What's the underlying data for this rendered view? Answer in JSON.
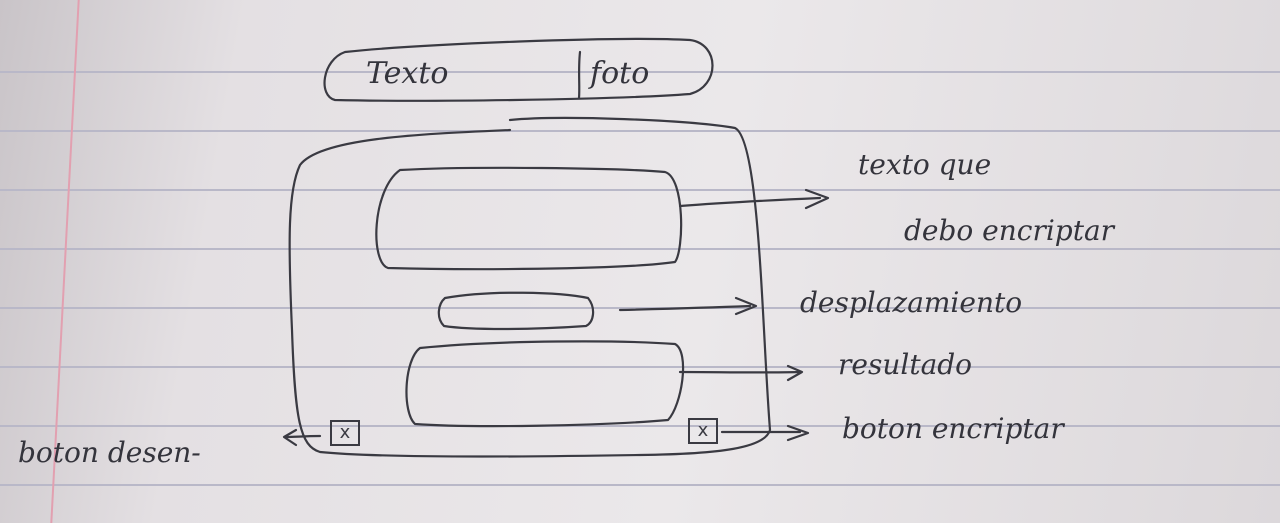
{
  "tabs": {
    "text": "Texto",
    "photo": "foto"
  },
  "annotations": {
    "input_line1": "texto que",
    "input_line2": "debo encriptar",
    "offset": "desplazamiento",
    "result": "resultado",
    "encrypt_button": "boton encriptar",
    "decrypt_button": "boton desen-"
  },
  "buttons": {
    "left_mark": "x",
    "right_mark": "x"
  },
  "colors": {
    "ink": "#3a3a42",
    "paper": "#e7e3e6",
    "ruled_line": "#b9b8c8",
    "margin_line": "#e2a0b0"
  }
}
